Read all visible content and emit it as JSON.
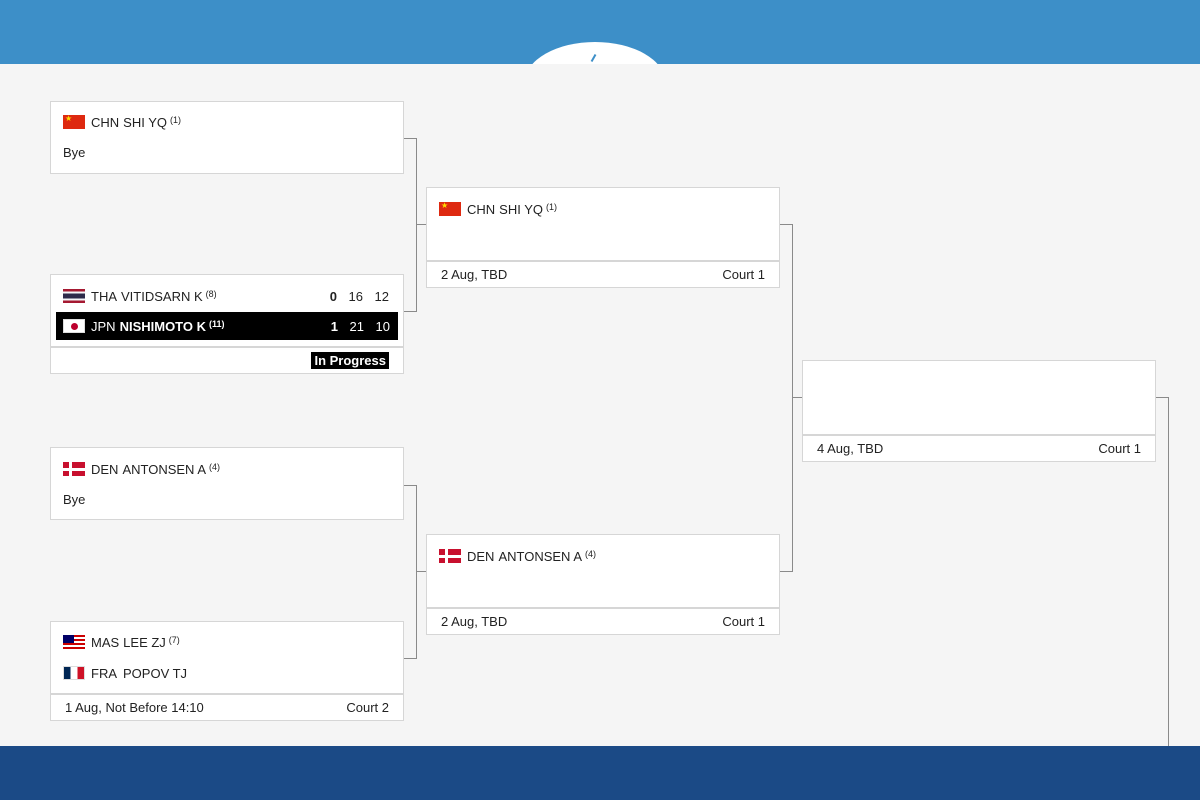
{
  "round1": {
    "match1": {
      "p1": {
        "country": "CHN",
        "name": "SHI YQ",
        "seed": "(1)"
      },
      "p2_text": "Bye"
    },
    "match2": {
      "p1": {
        "country": "THA",
        "name": "VITIDSARN K",
        "seed": "(8)",
        "sets": "0",
        "g1": "16",
        "g2": "12"
      },
      "p2": {
        "country": "JPN",
        "name": "NISHIMOTO K",
        "seed": "(11)",
        "sets": "1",
        "g1": "21",
        "g2": "10"
      },
      "status": "In Progress"
    },
    "match3": {
      "p1": {
        "country": "DEN",
        "name": "ANTONSEN A",
        "seed": "(4)"
      },
      "p2_text": "Bye"
    },
    "match4": {
      "p1": {
        "country": "MAS",
        "name": "LEE ZJ",
        "seed": "(7)"
      },
      "p2": {
        "country": "FRA",
        "name": "POPOV TJ"
      },
      "date": "1 Aug, Not Before 14:10",
      "court": "Court 2"
    }
  },
  "round2": {
    "match1": {
      "p1": {
        "country": "CHN",
        "name": "SHI YQ",
        "seed": "(1)"
      },
      "date": "2 Aug, TBD",
      "court": "Court 1"
    },
    "match2": {
      "p1": {
        "country": "DEN",
        "name": "ANTONSEN A",
        "seed": "(4)"
      },
      "date": "2 Aug, TBD",
      "court": "Court 1"
    }
  },
  "round3": {
    "match1": {
      "date": "4 Aug, TBD",
      "court": "Court 1"
    }
  },
  "icons": {
    "flag_chn": "china-flag",
    "flag_tha": "thailand-flag",
    "flag_jpn": "japan-flag",
    "flag_den": "denmark-flag",
    "flag_mas": "malaysia-flag",
    "flag_fra": "france-flag"
  },
  "colors": {
    "header_blue": "#3d8fc8",
    "footer_blue": "#1b4a86",
    "active_row": "#000000"
  }
}
